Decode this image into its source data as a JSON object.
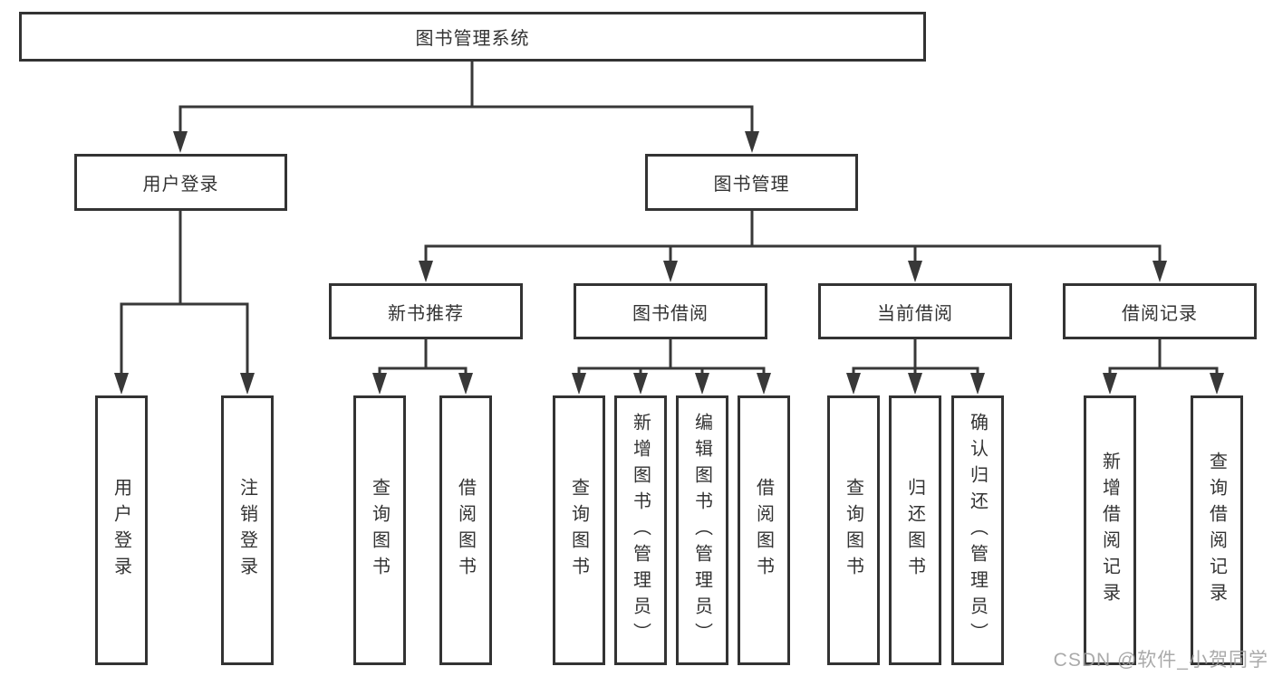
{
  "tree": {
    "label": "图书管理系统",
    "children": [
      {
        "label": "用户登录",
        "children": [
          {
            "label": "用户登录"
          },
          {
            "label": "注销登录"
          }
        ]
      },
      {
        "label": "图书管理",
        "children": [
          {
            "label": "新书推荐",
            "children": [
              {
                "label": "查询图书"
              },
              {
                "label": "借阅图书"
              }
            ]
          },
          {
            "label": "图书借阅",
            "children": [
              {
                "label": "查询图书"
              },
              {
                "label": "新增图书（管理员）"
              },
              {
                "label": "编辑图书（管理员）"
              },
              {
                "label": "借阅图书"
              }
            ]
          },
          {
            "label": "当前借阅",
            "children": [
              {
                "label": "查询图书"
              },
              {
                "label": "归还图书"
              },
              {
                "label": "确认归还（管理员）"
              }
            ]
          },
          {
            "label": "借阅记录",
            "children": [
              {
                "label": "新增借阅记录"
              },
              {
                "label": "查询借阅记录"
              }
            ]
          }
        ]
      }
    ]
  },
  "watermark": {
    "text": "CSDN @软件_小贺同学"
  },
  "colors": {
    "line": "#383838",
    "text": "#333333",
    "box_border": "#333333",
    "box_background": "#ffffff",
    "page_background": "#ffffff",
    "watermark": "#9e9e9e"
  }
}
